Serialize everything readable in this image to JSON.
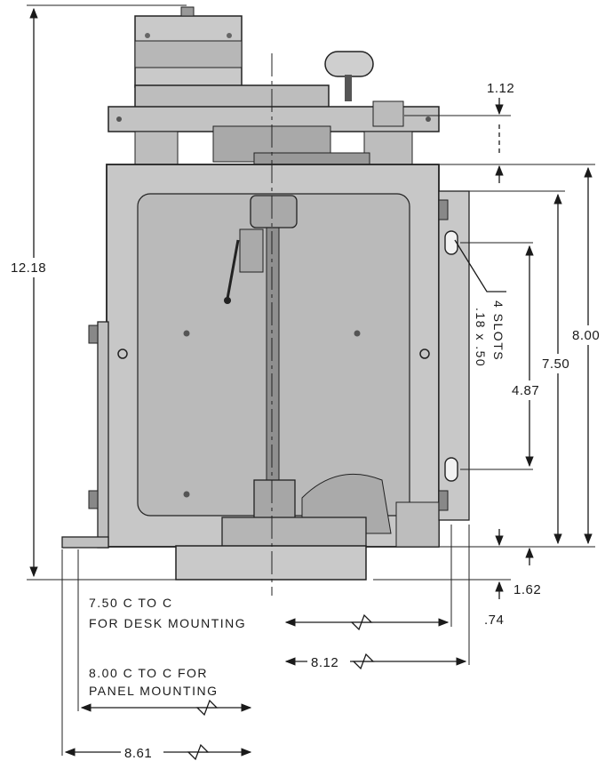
{
  "drawing": {
    "dimensions": {
      "overall_height": "12.18",
      "top_offset": "1.12",
      "housing_height": "8.00",
      "slot_outer_span": "7.50",
      "slot_inner_span": "4.87",
      "bottom_offset": "1.62",
      "base_offset": ".74",
      "width_right": "8.12",
      "width_overall": "8.61"
    },
    "slots": {
      "count_label": "4 SLOTS",
      "size_label": ".18 x .50"
    },
    "notes": {
      "desk_line1": "7.50 C TO C",
      "desk_line2": "FOR DESK MOUNTING",
      "panel_line1": "8.00 C TO C FOR",
      "panel_line2": "PANEL MOUNTING"
    }
  }
}
